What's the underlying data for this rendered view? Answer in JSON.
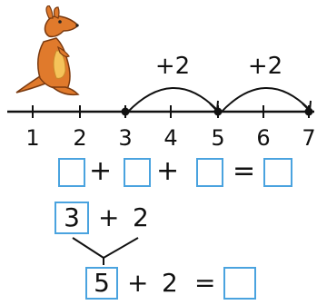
{
  "number_line": {
    "ticks": [
      "1",
      "2",
      "3",
      "4",
      "5",
      "6",
      "7"
    ],
    "jumps": [
      "+2",
      "+2"
    ]
  },
  "equation_top": {
    "plus1": "+",
    "plus2": "+",
    "equals": "="
  },
  "split": {
    "first_value": "3",
    "plus": "+",
    "second_value": "2"
  },
  "result_line": {
    "first_value": "5",
    "plus": "+",
    "second_value": "2",
    "equals": "="
  },
  "colors": {
    "box_border": "#4aa3df",
    "kangaroo_body": "#e07a2c",
    "kangaroo_belly": "#f5c35a",
    "line": "#111111"
  }
}
